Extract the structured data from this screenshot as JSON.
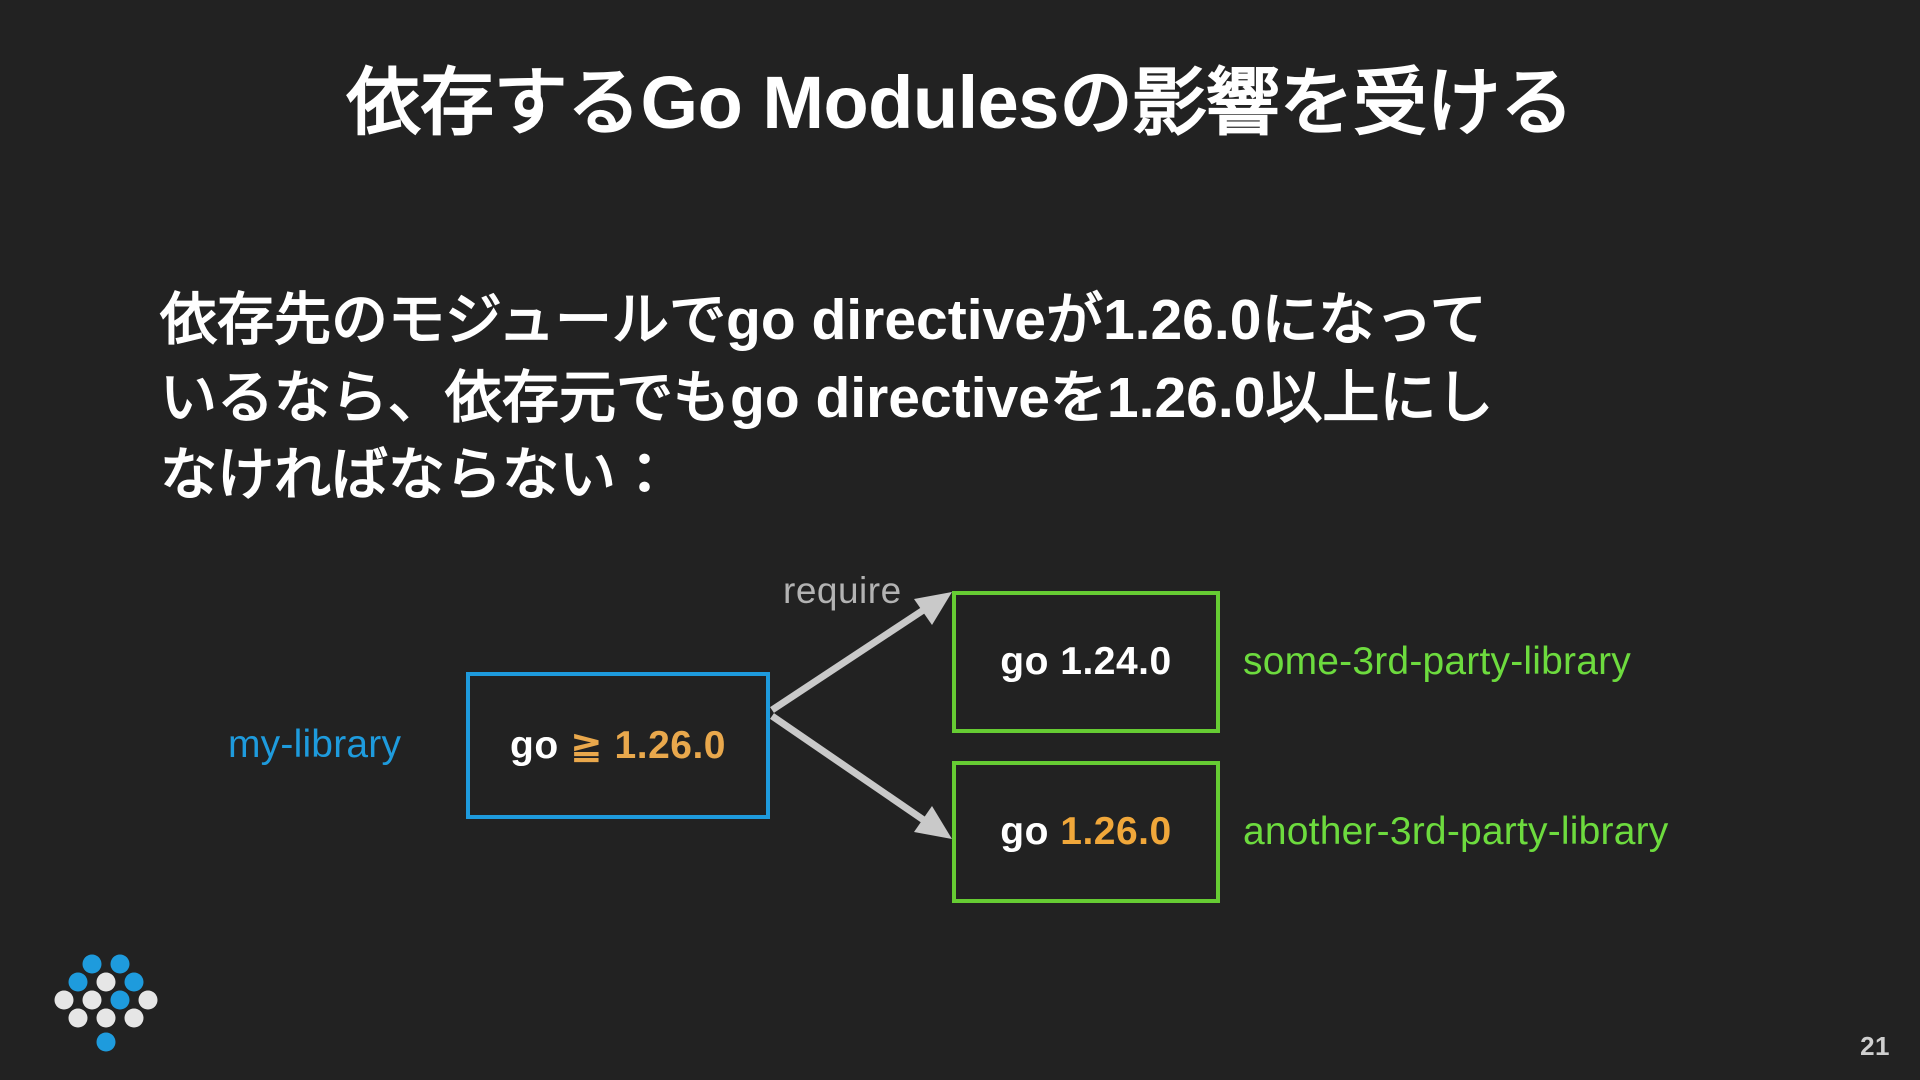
{
  "slide": {
    "background_color": "#222222",
    "title": "依存するGo Modulesの影響を受ける",
    "page_number": "21"
  },
  "body": {
    "line1": "依存先のモジュールでgo directiveが1.26.0になって",
    "line2": "いるなら、依存元でもgo directiveを1.26.0以上にし",
    "line3": "なければならない："
  },
  "diagram": {
    "edge_label": "require",
    "nodes": {
      "root": {
        "side_label": "my-library",
        "side_label_color": "#1e9bdd",
        "border_color": "#1e9bdd",
        "keyword": "go",
        "operator": "≧",
        "version": "1.26.0",
        "version_color": "#e9a84c"
      },
      "dep1": {
        "side_label": "some-3rd-party-library",
        "side_label_color": "#6ddb3e",
        "border_color": "#66cc33",
        "keyword": "go",
        "version": "1.24.0",
        "version_color": "#ffffff"
      },
      "dep2": {
        "side_label": "another-3rd-party-library",
        "side_label_color": "#6ddb3e",
        "border_color": "#66cc33",
        "keyword": "go",
        "version": "1.26.0",
        "version_color": "#f0a73a"
      }
    },
    "arrow_color": "#c9c9c9"
  },
  "logo": {
    "name": "dots-grid-logo",
    "blue": "#1e9bdd",
    "white": "#e6e6e6"
  }
}
